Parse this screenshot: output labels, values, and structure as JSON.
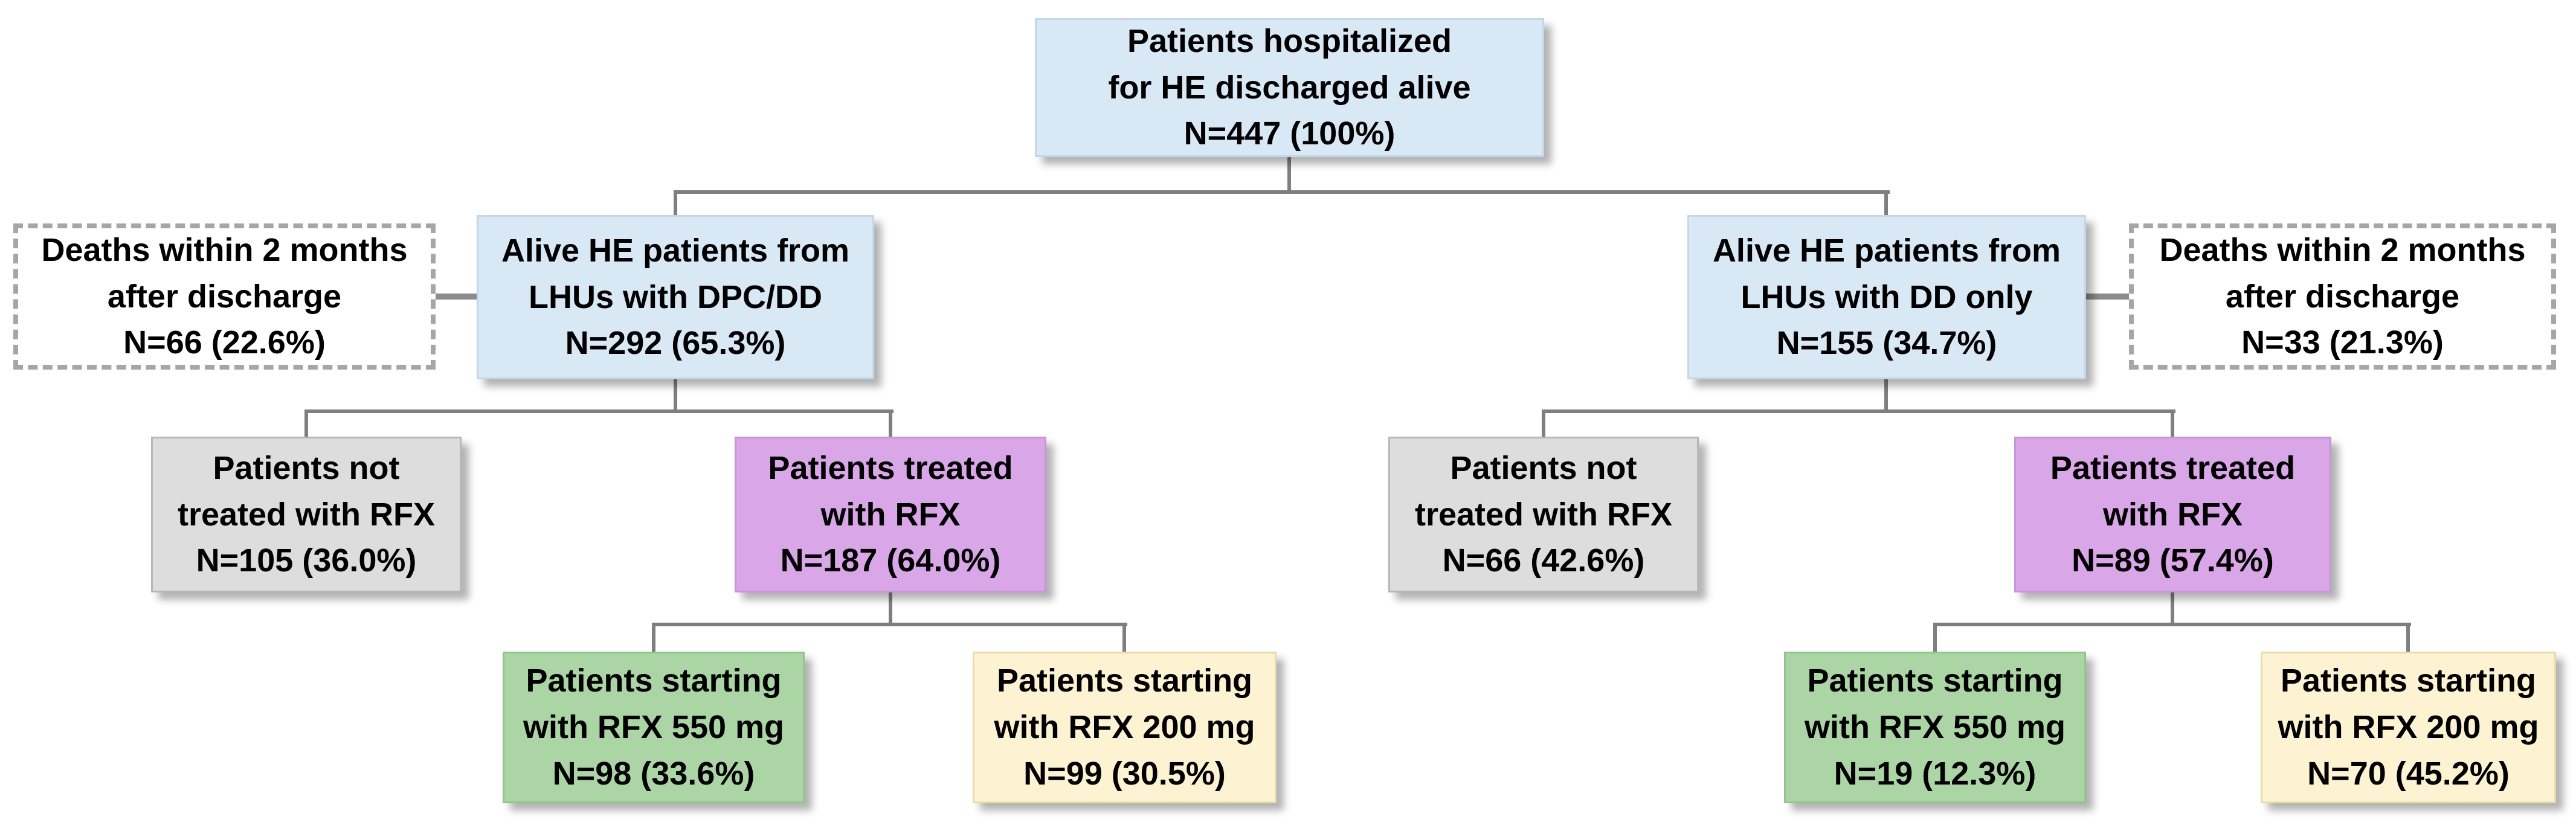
{
  "colors": {
    "blue": "#d9e8f5",
    "gray": "#dddddd",
    "purple": "#d9a6e8",
    "green": "#abd5a5",
    "yellow": "#fdf3d2",
    "white": "#ffffff",
    "connector": "#7f7f7f",
    "dashed_border": "#a6a6a6",
    "text": "#000000"
  },
  "nodes": {
    "root": {
      "lines": [
        "Patients hospitalized",
        "for HE discharged alive",
        "N=447 (100%)"
      ],
      "color_key": "blue"
    },
    "deaths_dpcdd": {
      "lines": [
        "Deaths within 2 months",
        "after discharge",
        "N=66 (22.6%)"
      ],
      "color_key": "white"
    },
    "alive_dpcdd": {
      "lines": [
        "Alive HE patients from",
        "LHUs with DPC/DD",
        "N=292 (65.3%)"
      ],
      "color_key": "blue"
    },
    "alive_dd": {
      "lines": [
        "Alive HE patients from",
        "LHUs with DD only",
        "N=155 (34.7%)"
      ],
      "color_key": "blue"
    },
    "deaths_dd": {
      "lines": [
        "Deaths within 2 months",
        "after discharge",
        "N=33 (21.3%)"
      ],
      "color_key": "white"
    },
    "not_treated_dpcdd": {
      "lines": [
        "Patients not",
        "treated with RFX",
        "N=105 (36.0%)"
      ],
      "color_key": "gray"
    },
    "treated_dpcdd": {
      "lines": [
        "Patients treated",
        "with RFX",
        "N=187 (64.0%)"
      ],
      "color_key": "purple"
    },
    "not_treated_dd": {
      "lines": [
        "Patients not",
        "treated with RFX",
        "N=66 (42.6%)"
      ],
      "color_key": "gray"
    },
    "treated_dd": {
      "lines": [
        "Patients treated",
        "with RFX",
        "N=89 (57.4%)"
      ],
      "color_key": "purple"
    },
    "rfx550_dpcdd": {
      "lines": [
        "Patients starting",
        "with RFX 550 mg",
        "N=98 (33.6%)"
      ],
      "color_key": "green"
    },
    "rfx200_dpcdd": {
      "lines": [
        "Patients starting",
        "with RFX 200 mg",
        "N=99 (30.5%)"
      ],
      "color_key": "yellow"
    },
    "rfx550_dd": {
      "lines": [
        "Patients starting",
        "with RFX 550 mg",
        "N=19 (12.3%)"
      ],
      "color_key": "green"
    },
    "rfx200_dd": {
      "lines": [
        "Patients starting",
        "with RFX 200 mg",
        "N=70 (45.2%)"
      ],
      "color_key": "yellow"
    }
  },
  "edges": [
    [
      "root",
      "alive_dpcdd"
    ],
    [
      "root",
      "alive_dd"
    ],
    [
      "alive_dpcdd",
      "deaths_dpcdd"
    ],
    [
      "alive_dd",
      "deaths_dd"
    ],
    [
      "alive_dpcdd",
      "not_treated_dpcdd"
    ],
    [
      "alive_dpcdd",
      "treated_dpcdd"
    ],
    [
      "alive_dd",
      "not_treated_dd"
    ],
    [
      "alive_dd",
      "treated_dd"
    ],
    [
      "treated_dpcdd",
      "rfx550_dpcdd"
    ],
    [
      "treated_dpcdd",
      "rfx200_dpcdd"
    ],
    [
      "treated_dd",
      "rfx550_dd"
    ],
    [
      "treated_dd",
      "rfx200_dd"
    ]
  ]
}
